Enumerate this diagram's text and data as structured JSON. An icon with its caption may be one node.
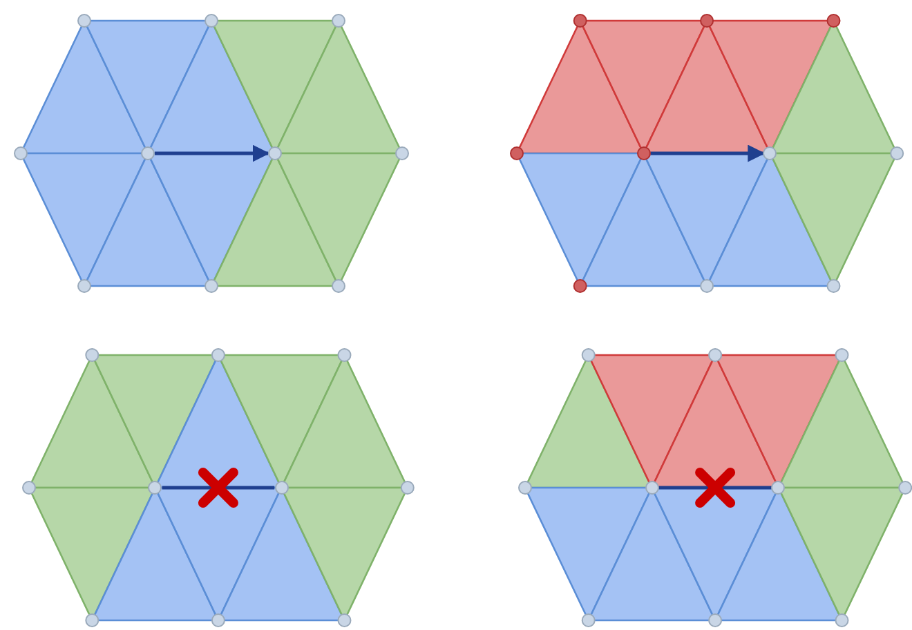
{
  "diagram": {
    "nodes": [
      {
        "text": [],
        "shape": "circle"
      },
      {
        "text": [],
        "shape": "circle"
      },
      {
        "text": [],
        "shape": "circle"
      },
      {
        "text": [],
        "shape": "circle"
      },
      {
        "text": [],
        "shape": "circle"
      },
      {
        "text": [],
        "shape": "circle"
      },
      {
        "text": [],
        "shape": "circle"
      },
      {
        "text": [],
        "shape": "circle"
      }
    ],
    "edges": [
      {
        "from": 0,
        "to": 1,
        "arrow": "to"
      },
      {
        "from": 2,
        "to": 3,
        "arrow": "to"
      },
      {
        "from": 4,
        "to": 5,
        "arrow": "none"
      },
      {
        "from": 6,
        "to": 7,
        "arrow": "none"
      }
    ]
  }
}
